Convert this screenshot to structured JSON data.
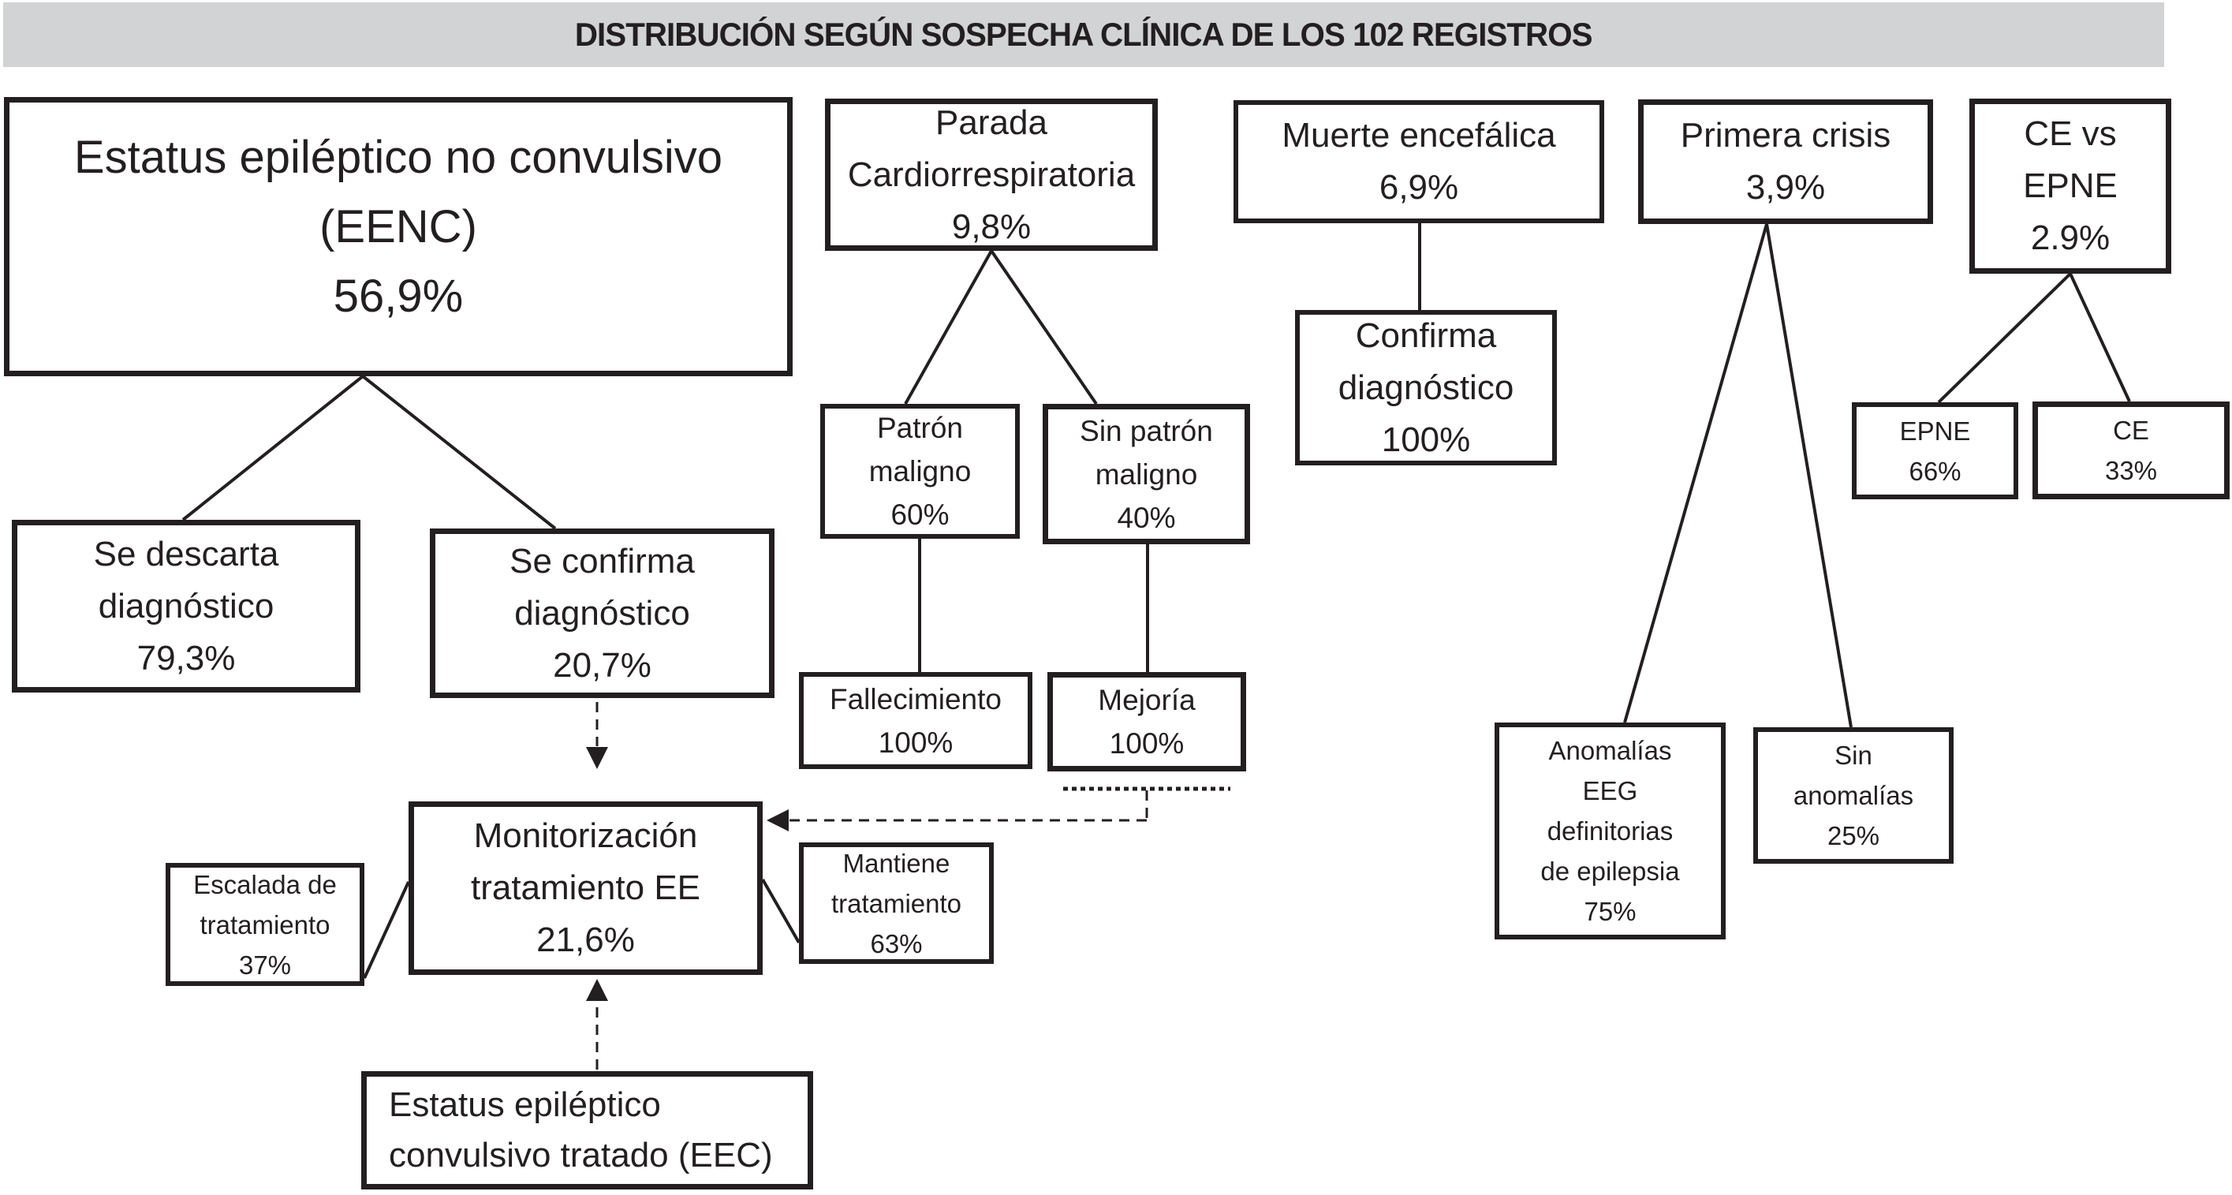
{
  "title": "DISTRIBUCIÓN SEGÚN SOSPECHA CLÍNICA DE LOS 102 REGISTROS",
  "colors": {
    "ink": "#231f20",
    "title_bar": "#d2d3d5",
    "paper": "#ffffff"
  },
  "nodes": {
    "eenc": [
      "Estatus epiléptico no convulsivo",
      "(EENC)",
      "56,9%"
    ],
    "se_descarta": [
      "Se descarta",
      "diagnóstico",
      "79,3%"
    ],
    "se_confirma": [
      "Se confirma",
      "diagnóstico",
      "20,7%"
    ],
    "parada": [
      "Parada",
      "Cardiorrespiratoria",
      "9,8%"
    ],
    "patron_maligno": [
      "Patrón",
      "maligno",
      "60%"
    ],
    "sin_patron_maligno": [
      "Sin patrón",
      "maligno",
      "40%"
    ],
    "fallecimiento": [
      "Fallecimiento",
      "100%"
    ],
    "mejoria": [
      "Mejoría",
      "100%"
    ],
    "muerte_encefalica": [
      "Muerte encefálica",
      "6,9%"
    ],
    "confirma_diagnostico": [
      "Confirma",
      "diagnóstico",
      "100%"
    ],
    "primera_crisis": [
      "Primera crisis",
      "3,9%"
    ],
    "ce_vs_epne": [
      "CE vs",
      "EPNE",
      "2.9%"
    ],
    "epne": [
      "EPNE",
      "66%"
    ],
    "ce": [
      "CE",
      "33%"
    ],
    "anomalias_eeg": [
      "Anomalías",
      "EEG",
      "definitorias",
      "de epilepsia",
      "75%"
    ],
    "sin_anomalias": [
      "Sin",
      "anomalías",
      "25%"
    ],
    "monitorizacion": [
      "Monitorización",
      "tratamiento EE",
      "21,6%"
    ],
    "escalada": [
      "Escalada de",
      "tratamiento",
      "37%"
    ],
    "mantiene": [
      "Mantiene",
      "tratamiento",
      "63%"
    ],
    "eec": [
      "Estatus epiléptico",
      "convulsivo tratado (EEC)"
    ]
  }
}
